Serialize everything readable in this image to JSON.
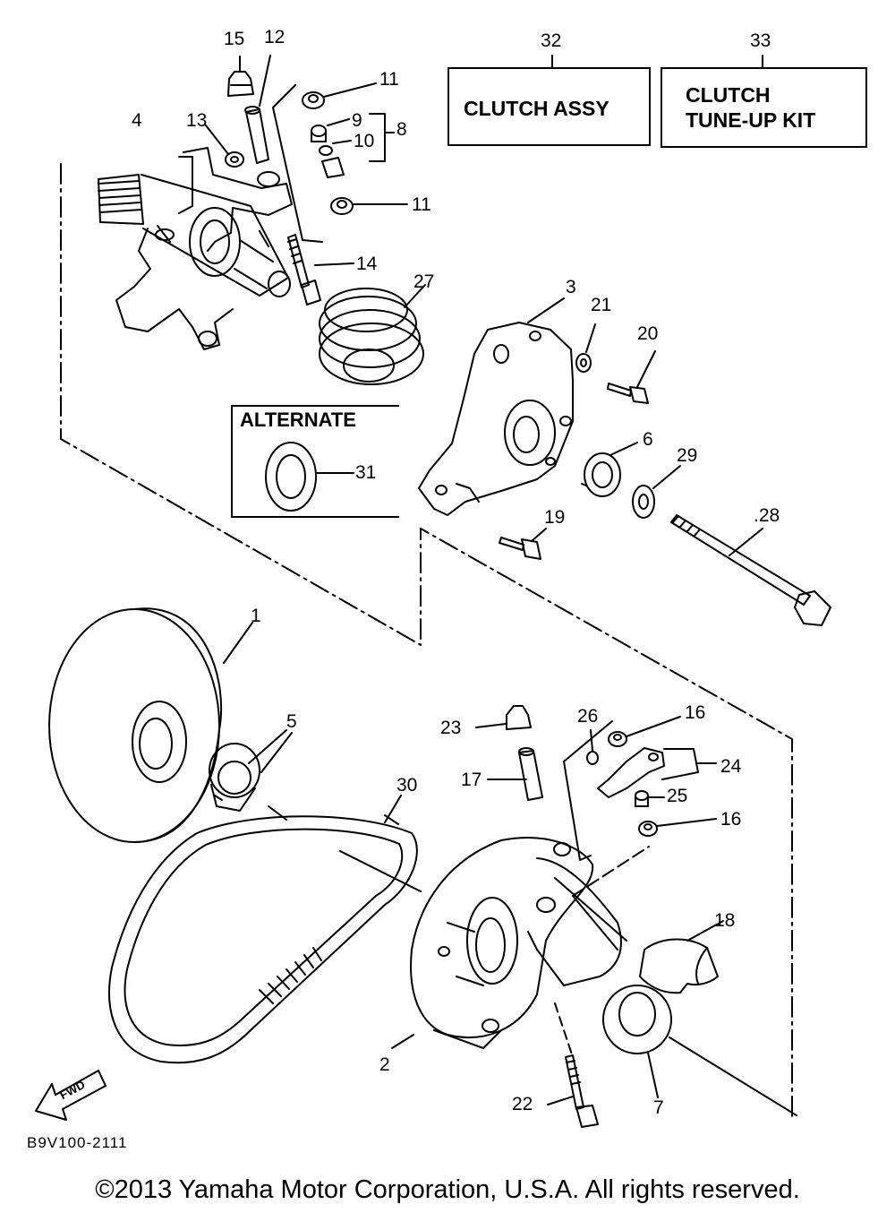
{
  "callouts": {
    "c1": "1",
    "c2": "2",
    "c3": "3",
    "c4": "4",
    "c5": "5",
    "c6": "6",
    "c7": "7",
    "c8": "8",
    "c9": "9",
    "c10": "10",
    "c11a": "11",
    "c11b": "11",
    "c12": "12",
    "c13": "13",
    "c14": "14",
    "c15": "15",
    "c16a": "16",
    "c16b": "16",
    "c17": "17",
    "c18": "18",
    "c19": "19",
    "c20": "20",
    "c21": "21",
    "c22": "22",
    "c23": "23",
    "c24": "24",
    "c25": "25",
    "c26": "26",
    "c27": "27",
    "c28": ".28",
    "c29": "29",
    "c30": "30",
    "c31": "31",
    "c32": "32",
    "c33": "33"
  },
  "boxes": {
    "clutch_assy": "CLUTCH ASSY",
    "tune_up_kit_line1": "CLUTCH",
    "tune_up_kit_line2": "TUNE-UP KIT",
    "alternate": "ALTERNATE"
  },
  "fwd_arrow": "FWD",
  "diagram_code": "B9V100-2111",
  "copyright": "©2013 Yamaha Motor Corporation, U.S.A. All rights reserved."
}
